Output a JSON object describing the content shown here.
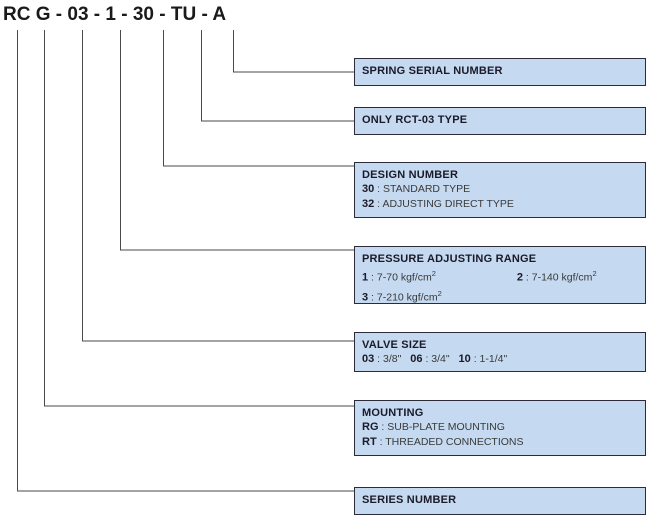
{
  "model_code": "RC G - 03 - 1 - 30 - TU - A",
  "code_segments": [
    "RC",
    "G",
    "-",
    "03",
    "-",
    "1",
    "-",
    "30",
    "-",
    "TU",
    "-",
    "A"
  ],
  "colors": {
    "box_fill": "#c5d9f1",
    "box_border": "#2b2b3a",
    "leader_line": "#4a4a4a",
    "title_text": "#1a1a28",
    "body_text": "#3a3a3a"
  },
  "boxes": [
    {
      "key": "spring_serial",
      "title": "SPRING SERIAL NUMBER",
      "rows": []
    },
    {
      "key": "only_rct",
      "title": "ONLY RCT-03 TYPE",
      "rows": []
    },
    {
      "key": "design_number",
      "title": "DESIGN NUMBER",
      "rows": [
        {
          "code": "30",
          "sep": ":",
          "desc": "STANDARD TYPE"
        },
        {
          "code": "32",
          "sep": ":",
          "desc": "ADJUSTING DIRECT TYPE"
        }
      ]
    },
    {
      "key": "pressure_range",
      "title": "PRESSURE ADJUSTING RANGE",
      "rows": [
        {
          "code": "1",
          "sep": ":",
          "desc": "7-70 kgf/cm",
          "sup": "2"
        },
        {
          "code": "2",
          "sep": ":",
          "desc": "7-140 kgf/cm",
          "sup": "2"
        },
        {
          "code": "3",
          "sep": ":",
          "desc": "7-210 kgf/cm",
          "sup": "2"
        }
      ]
    },
    {
      "key": "valve_size",
      "title": "VALVE SIZE",
      "rows": [
        {
          "code": "03",
          "sep": ":",
          "desc": "3/8\""
        },
        {
          "code": "06",
          "sep": ":",
          "desc": "3/4\""
        },
        {
          "code": "10",
          "sep": ":",
          "desc": "1-1/4\""
        }
      ]
    },
    {
      "key": "mounting",
      "title": "MOUNTING",
      "rows": [
        {
          "code": "RG",
          "sep": ":",
          "desc": "SUB-PLATE MOUNTING"
        },
        {
          "code": "RT",
          "sep": ":",
          "desc": "THREADED CONNECTIONS"
        }
      ]
    },
    {
      "key": "series_number",
      "title": "SERIES NUMBER",
      "rows": []
    }
  ]
}
